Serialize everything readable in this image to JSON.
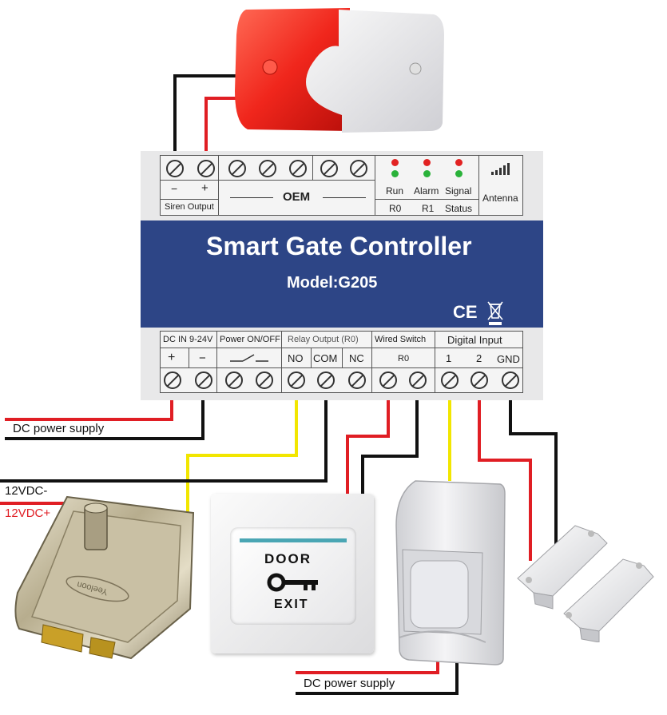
{
  "colors": {
    "panel_blue": "#2d4586",
    "wire_red": "#e01e24",
    "wire_black": "#111111",
    "wire_yellow": "#f2e600",
    "led_red": "#e22222",
    "led_green": "#2ab23a",
    "siren_red": "#f0261c"
  },
  "controller": {
    "title": "Smart Gate Controller",
    "model": "Model:G205",
    "ce_mark": "CE",
    "top_labels": {
      "minus": "−",
      "plus": "+",
      "siren_output": "Siren Output",
      "oem": "OEM",
      "run": "Run",
      "alarm": "Alarm",
      "signal": "Signal",
      "r0": "R0",
      "r1": "R1",
      "status": "Status",
      "antenna": "Antenna"
    },
    "bottom_labels": {
      "dc_in": "DC IN 9-24V",
      "dc_plus": "+",
      "dc_minus": "−",
      "power_onoff": "Power ON/OFF",
      "relay_output": "Relay Output (R0)",
      "no": "NO",
      "com": "COM",
      "nc": "NC",
      "wired_switch": "Wired Switch",
      "ws_r0": "R0",
      "digital_input": "Digital Input",
      "in1": "1",
      "in2": "2",
      "gnd": "GND"
    }
  },
  "wiring_labels": {
    "dc_power_supply_left": "DC power supply",
    "v12_minus": "12VDC-",
    "v12_plus": "12VDC+",
    "dc_power_supply_bottom": "DC power supply"
  },
  "exit_button": {
    "line1": "DOOR",
    "line2": "EXIT"
  },
  "lock_brand": "Yeeloon",
  "icons": [
    "siren-icon",
    "electric-lock-icon",
    "exit-button-icon",
    "pir-sensor-icon",
    "door-contact-icon",
    "key-icon",
    "signal-bars-icon",
    "weee-bin-icon"
  ]
}
